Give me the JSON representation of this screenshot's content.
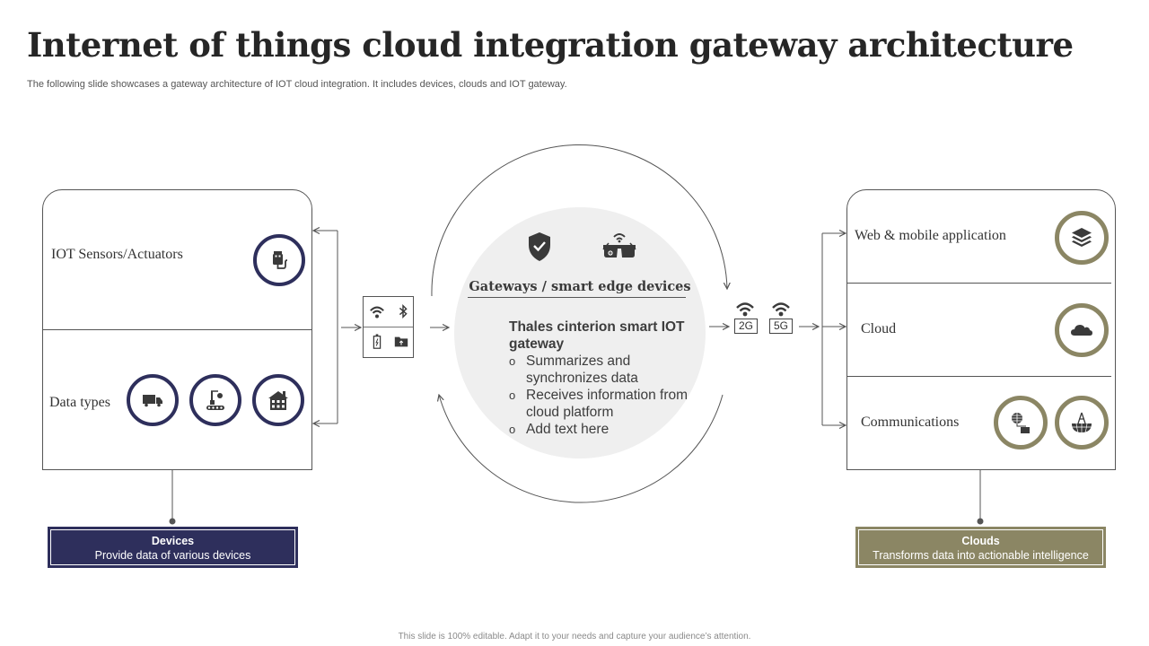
{
  "header": {
    "title": "Internet of things cloud integration gateway architecture",
    "subtitle": "The following slide showcases a gateway architecture of IOT cloud integration. It includes devices, clouds and IOT gateway."
  },
  "devices_panel": {
    "sections": [
      {
        "label": "IOT Sensors/Actuators",
        "icons": [
          "usb-plug-icon"
        ]
      },
      {
        "label": "Data types",
        "icons": [
          "truck-icon",
          "factory-conveyor-icon",
          "building-icon"
        ]
      }
    ],
    "callout": {
      "title": "Devices",
      "text": "Provide  data of various devices"
    }
  },
  "connectivity_box": {
    "icons": [
      "wifi-icon",
      "bluetooth-icon",
      "battery-icon",
      "folder-upload-icon"
    ]
  },
  "gateway": {
    "icons": [
      "shield-check-icon",
      "smart-glasses-icon"
    ],
    "title": "Gateways / smart edge devices",
    "heading": "Thales cinterion smart IOT gateway",
    "bullets": [
      "Summarizes and synchronizes  data",
      "Receives information from cloud platform",
      "Add text here"
    ]
  },
  "network": {
    "tags": [
      "2G",
      "5G"
    ]
  },
  "clouds_panel": {
    "sections": [
      {
        "label": "Web & mobile application",
        "icons": [
          "layers-icon"
        ]
      },
      {
        "label": "Cloud",
        "icons": [
          "cloud-icon"
        ]
      },
      {
        "label": "Communications",
        "icons": [
          "globe-device-icon",
          "satellite-dish-icon"
        ]
      }
    ],
    "callout": {
      "title": "Clouds",
      "text": "Transforms  data into actionable intelligence"
    }
  },
  "colors": {
    "navy": "#2e2f5c",
    "olive": "#8b8664",
    "circle_fill": "#efefef",
    "line": "#555555"
  },
  "footer": "This slide is 100% editable.  Adapt it to your needs and capture your audience’s attention."
}
